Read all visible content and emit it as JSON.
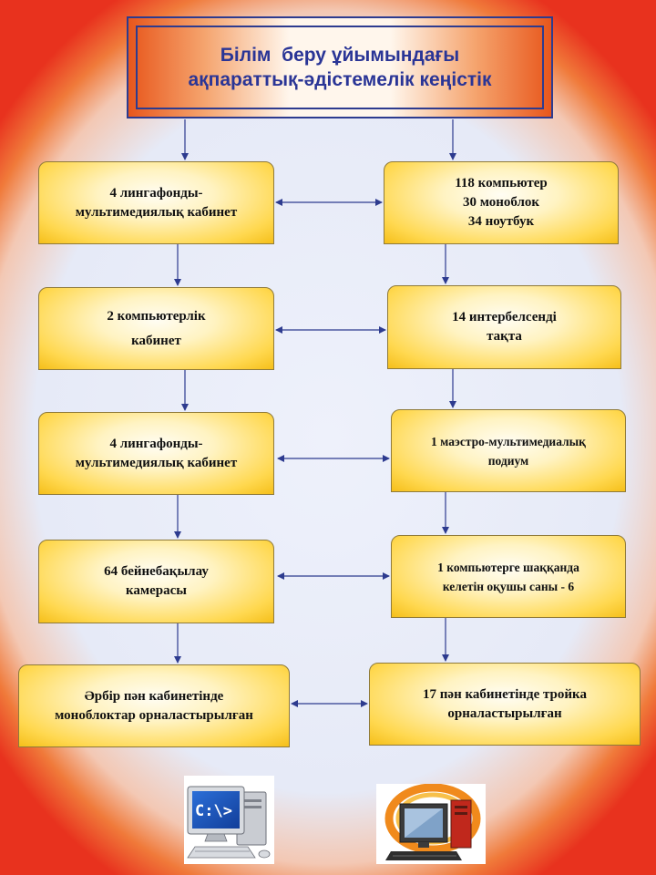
{
  "title": {
    "line1": "Білім  беру ұйымындағы",
    "line2": "ақпараттық-әдістемелік кеңістік"
  },
  "left_boxes": [
    {
      "lines": [
        "4 лингафонды-",
        "мультимедиялық кабинет"
      ]
    },
    {
      "lines": [
        "2 компьютерлік",
        "кабинет"
      ]
    },
    {
      "lines": [
        "4 лингафонды-",
        "мультимедиялық кабинет"
      ]
    },
    {
      "lines": [
        "64 бейнебақылау",
        "камерасы"
      ]
    },
    {
      "lines": [
        "Әрбір пән кабинетінде",
        "моноблоктар орналастырылған"
      ]
    }
  ],
  "right_boxes": [
    {
      "lines": [
        "118 компьютер",
        "30 моноблок",
        "34 ноутбук"
      ]
    },
    {
      "lines": [
        "14 интербелсенді",
        "тақта"
      ]
    },
    {
      "lines": [
        "1 маэстро-мультимедиалық",
        "подиум"
      ]
    },
    {
      "lines": [
        "1 компьютерге шаққанда",
        "келетін оқушы саны -  6"
      ]
    },
    {
      "lines": [
        "17 пән кабинетінде тройка",
        "орналастырылған"
      ]
    }
  ],
  "icons": {
    "left": "computer-command-prompt-icon",
    "right": "desktop-computer-icon"
  },
  "colors": {
    "title_text": "#2a3596",
    "arrow": "#2d3b8f",
    "box_fill": "#ffd84f",
    "title_fill": "#e8571c"
  }
}
